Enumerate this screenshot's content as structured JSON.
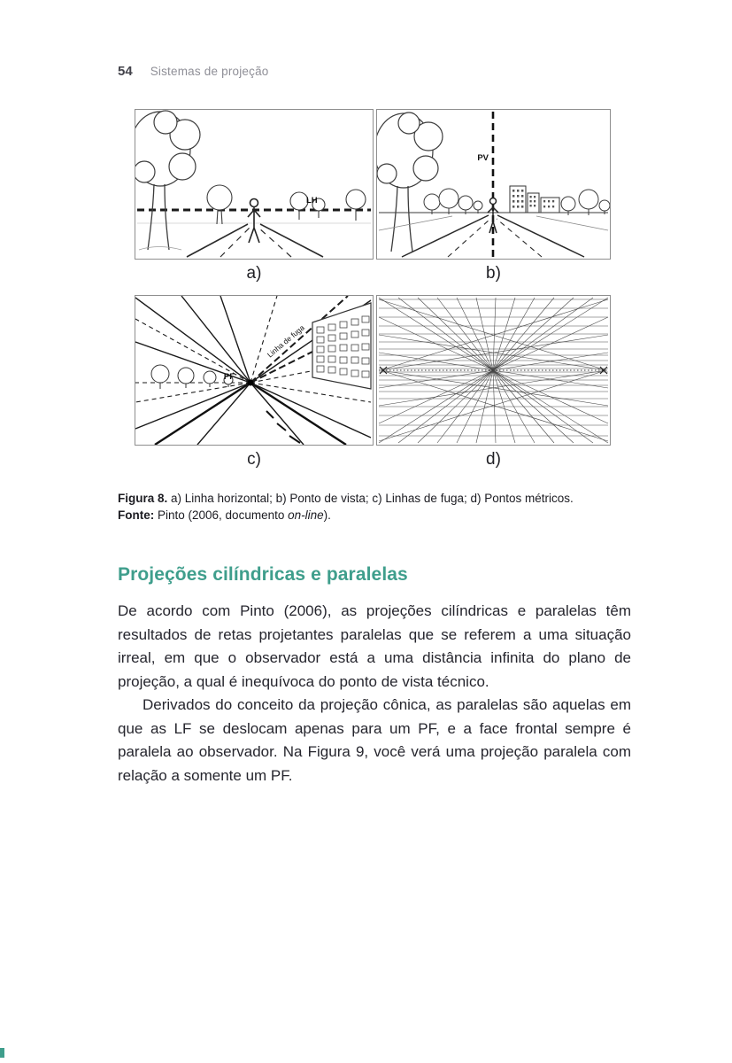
{
  "page": {
    "number": "54",
    "running_title": "Sistemas de projeção"
  },
  "figure": {
    "panels": {
      "a": {
        "label": "a)",
        "lh_label": "LH"
      },
      "b": {
        "label": "b)",
        "pv_label": "PV"
      },
      "c": {
        "label": "c)",
        "pf_label": "PF",
        "linha_de_fuga_label": "Linha de fuga"
      },
      "d": {
        "label": "d)"
      }
    },
    "caption": {
      "bold": "Figura 8.",
      "text": " a) Linha horizontal; b) Ponto de vista; c) Linhas de fuga; d) Pontos métricos.",
      "fonte_bold": "Fonte:",
      "fonte_text": " Pinto (2006, documento ",
      "fonte_italic": "on-line",
      "fonte_end": ")."
    }
  },
  "section": {
    "heading": "Projeções cilíndricas e paralelas",
    "paragraphs": [
      "De acordo com Pinto (2006), as projeções cilíndricas e paralelas têm resultados de retas projetantes paralelas que se referem a uma situação irreal, em que o observador está a uma distância infinita do plano de projeção, a qual é inequívoca do ponto de vista técnico.",
      "Derivados do conceito da projeção cônica, as paralelas são aquelas em que as LF se deslocam apenas para um PF, e a face frontal sempre é paralela ao observador. Na Figura 9, você verá uma projeção paralela com relação a somente um PF."
    ]
  },
  "colors": {
    "heading_teal": "#3f9e8c",
    "body_text": "#26262e",
    "running_title_gray": "#8f8f97"
  }
}
